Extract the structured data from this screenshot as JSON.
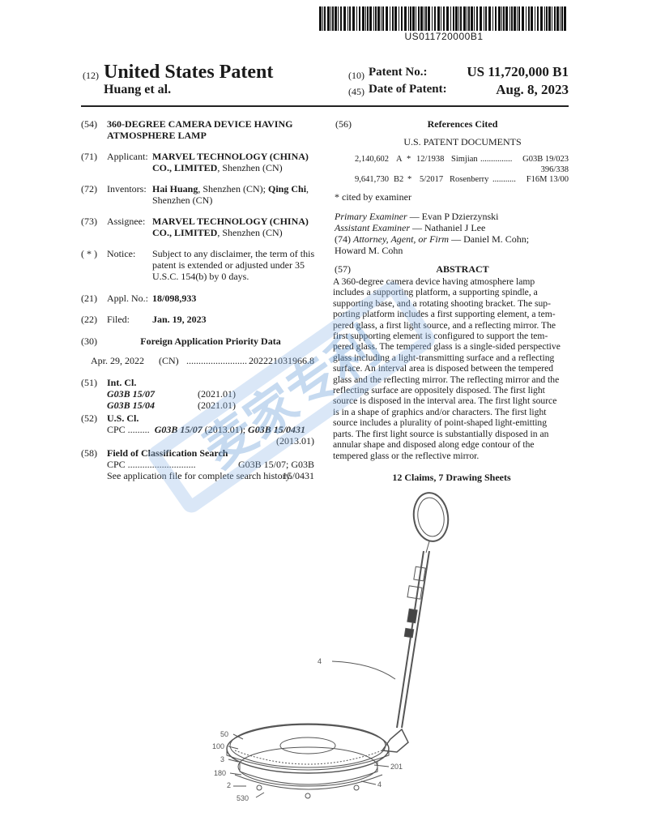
{
  "barcode": {
    "number": "US011720000B1"
  },
  "header": {
    "code12": "(12)",
    "title": "United States Patent",
    "inventor_short": "Huang et al.",
    "code10": "(10)",
    "patent_no_label": "Patent No.:",
    "patent_no": "US 11,720,000 B1",
    "code45": "(45)",
    "date_label": "Date of Patent:",
    "date": "Aug. 8, 2023"
  },
  "left": {
    "f54": {
      "code": "(54)",
      "title_line1": "360-DEGREE CAMERA DEVICE HAVING",
      "title_line2": "ATMOSPHERE LAMP"
    },
    "f71": {
      "code": "(71)",
      "label": "Applicant:",
      "line1": "MARVEL TECHNOLOGY (CHINA)",
      "line2_bold": "CO., LIMITED",
      "line2_rest": ", Shenzhen (CN)"
    },
    "f72": {
      "code": "(72)",
      "label": "Inventors:",
      "name1": "Hai Huang",
      "mid": ", Shenzhen (CN); ",
      "name2": "Qing Chi",
      "tail": ",",
      "line2": "Shenzhen (CN)"
    },
    "f73": {
      "code": "(73)",
      "label": "Assignee:",
      "line1": "MARVEL TECHNOLOGY (CHINA)",
      "line2_bold": "CO., LIMITED",
      "line2_rest": ", Shenzhen (CN)"
    },
    "notice": {
      "code": "( * )",
      "label": "Notice:",
      "line1": "Subject to any disclaimer, the term of this",
      "line2": "patent is extended or adjusted under 35",
      "line3": "U.S.C. 154(b) by 0 days."
    },
    "f21": {
      "code": "(21)",
      "label": "Appl. No.:",
      "value": "18/098,933"
    },
    "f22": {
      "code": "(22)",
      "label": "Filed:",
      "value": "Jan. 19, 2023"
    },
    "f30": {
      "code": "(30)",
      "heading": "Foreign Application Priority Data",
      "date": "Apr. 29, 2022",
      "country": "(CN)",
      "dots": ".........................",
      "number": "202221031966.8"
    },
    "f51": {
      "code": "(51)",
      "heading": "Int. Cl.",
      "c1": "G03B 15/07",
      "v1": "(2021.01)",
      "c2": "G03B 15/04",
      "v2": "(2021.01)"
    },
    "f52": {
      "code": "(52)",
      "heading": "U.S. Cl.",
      "cpc": "CPC .........",
      "c1": "G03B 15/07",
      "v1": " (2013.01); ",
      "c2": "G03B 15/0431",
      "v2": "(2013.01)"
    },
    "f58": {
      "code": "(58)",
      "heading": "Field of Classification Search",
      "line1_a": "CPC ............................",
      "line1_b": "G03B 15/07; G03B 15/0431",
      "line2": "See application file for complete search history."
    }
  },
  "right": {
    "f56": {
      "code": "(56)",
      "heading": "References Cited",
      "sub": "U.S. PATENT DOCUMENTS"
    },
    "refs": [
      {
        "num": "2,140,602",
        "kind": "A",
        "star": "*",
        "date": "12/1938",
        "name": "Simjian",
        "dots": "...............",
        "cls": "G03B 19/023",
        "cls2": "396/338"
      },
      {
        "num": "9,641,730",
        "kind": "B2",
        "star": "*",
        "date": "5/2017",
        "name": "Rosenberry",
        "dots": "...........",
        "cls": "F16M 13/00",
        "cls2": ""
      }
    ],
    "cited": "* cited by examiner",
    "examiners": {
      "primary_label": "Primary Examiner",
      "primary": " — Evan P Dzierzynski",
      "assistant_label": "Assistant Examiner",
      "assistant": " — Nathaniel J Lee",
      "attorney_code": "(74) ",
      "attorney_label": "Attorney, Agent, or Firm",
      "attorney": " — Daniel M. Cohn;",
      "attorney2": "Howard M. Cohn"
    },
    "f57": {
      "code": "(57)",
      "heading": "ABSTRACT"
    },
    "abstract_lines": [
      "A 360-degree camera device having atmosphere lamp",
      "includes a supporting platform, a supporting spindle, a",
      "supporting base, and a rotating shooting bracket. The sup-",
      "porting platform includes a first supporting element, a tem-",
      "pered glass, a first light source, and a reflecting mirror. The",
      "first supporting element is configured to support the tem-",
      "pered glass. The tempered glass is a single-sided perspective",
      "glass including a light-transmitting surface and a reflecting",
      "surface. An interval area is disposed between the tempered",
      "glass and the reflecting mirror. The reflecting mirror and the",
      "reflecting surface are oppositely disposed. The first light",
      "source is disposed in the interval area. The first light source",
      "is in a shape of graphics and/or characters. The first light",
      "source includes a plurality of point-shaped light-emitting",
      "parts. The first light source is substantially disposed in an",
      "annular shape and disposed along edge contour of the",
      "tempered glass or the reflective mirror."
    ],
    "claims": "12 Claims, 7 Drawing Sheets"
  },
  "drawing": {
    "labels": {
      "l4": "4",
      "l50": "50",
      "l100": "100",
      "l3": "3",
      "l180": "180",
      "l2": "2",
      "l530": "530",
      "l201": "201",
      "l4b": "4"
    }
  },
  "watermark": {
    "text": "麦家专利"
  }
}
